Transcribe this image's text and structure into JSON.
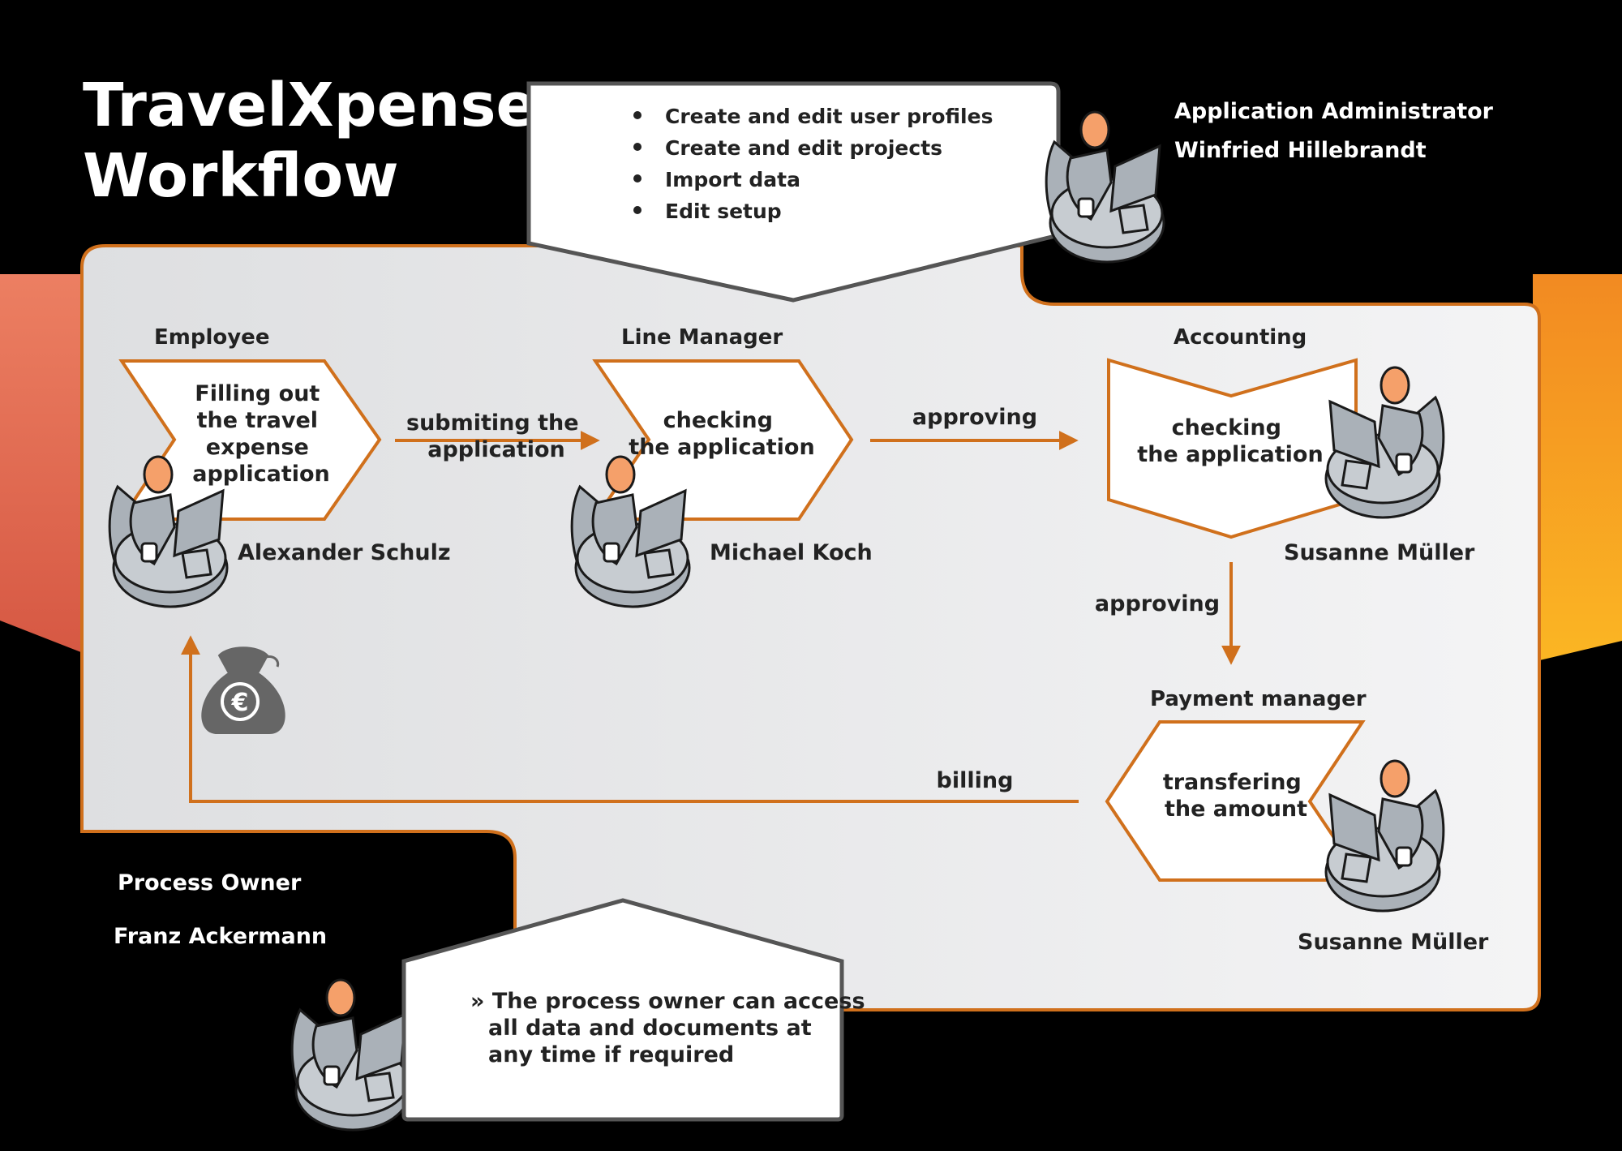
{
  "title": [
    "TravelXpense",
    "Workflow"
  ],
  "admin": {
    "role": "Application Administrator",
    "name": "Winfried Hillebrandt",
    "tasks": [
      "Create and edit user profiles",
      "Create and edit projects",
      "Import data",
      "Edit setup"
    ]
  },
  "roles": {
    "employee": "Employee",
    "line_manager": "Line Manager",
    "accounting": "Accounting",
    "payment_manager": "Payment manager"
  },
  "steps": {
    "employee": [
      "Filling out",
      "the travel",
      "expense",
      "application"
    ],
    "line_manager": [
      "checking",
      "the application"
    ],
    "accounting": [
      "checking",
      "the application"
    ],
    "payment": [
      "transfering",
      "the amount"
    ]
  },
  "people": {
    "employee": "Alexander Schulz",
    "line_manager": "Michael Koch",
    "accounting": "Susanne Müller",
    "payment": "Susanne Müller"
  },
  "arrows": {
    "submit": [
      "submiting the",
      "application"
    ],
    "approve1": "approving",
    "approve2": "approving",
    "billing": "billing"
  },
  "owner": {
    "role": "Process Owner",
    "name": "Franz Ackermann",
    "note": [
      "» The process owner can access",
      "all data and documents at",
      "any time if required"
    ]
  },
  "icons": {
    "money_bag": "money-bag-euro-icon",
    "currency_symbol": "€"
  },
  "colors": {
    "background": "#000000",
    "panel": "#e4e5e7",
    "accent": "#d0701c",
    "orange_right": "#f59a2a",
    "orange_left": "#e07050",
    "figure": "#aab1b8"
  }
}
